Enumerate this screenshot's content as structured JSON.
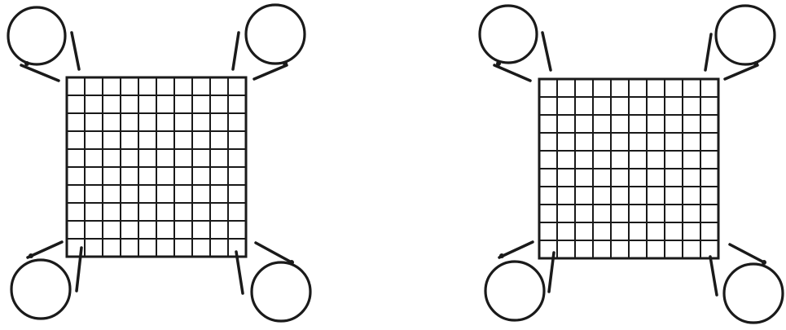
{
  "figure": {
    "background": "#ffffff",
    "ink": "#1a1a1a",
    "panels": [
      {
        "name": "left-apparatus",
        "grid_rows": 10,
        "grid_cols": 10,
        "bobbins": 4
      },
      {
        "name": "right-apparatus",
        "grid_rows": 10,
        "grid_cols": 10,
        "bobbins": 4
      }
    ]
  }
}
